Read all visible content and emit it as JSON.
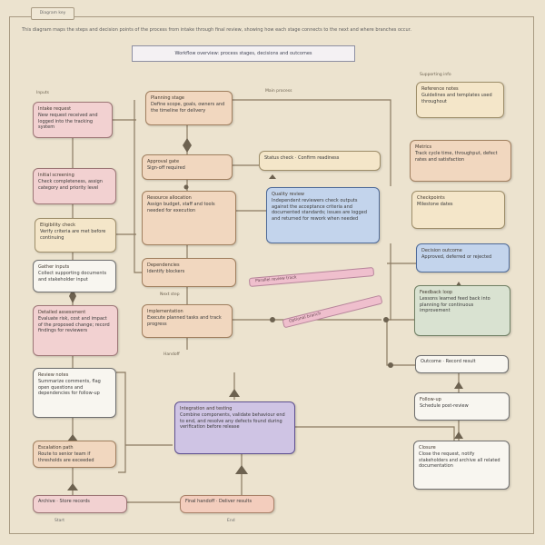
{
  "corner_tag": "Diagram key",
  "intro_text": "This diagram maps the steps and decision points of the process from intake through final review, showing how each stage connects to the next and where branches occur.",
  "title_bar": "Workflow overview: process stages, decisions and outcomes",
  "boxes": {
    "left_1": {
      "title": "Intake request",
      "text": "New request received and logged into the tracking system"
    },
    "left_2": {
      "title": "Initial screening",
      "text": "Check completeness, assign category and priority level"
    },
    "left_3": {
      "title": "Eligibility check",
      "text": "Verify criteria are met before continuing"
    },
    "left_4": {
      "title": "Gather inputs",
      "text": "Collect supporting documents and stakeholder input"
    },
    "left_5": {
      "title": "Detailed assessment",
      "text": "Evaluate risk, cost and impact of the proposed change; record findings for reviewers"
    },
    "left_6": {
      "title": "Review notes",
      "text": "Summarize comments, flag open questions and dependencies for follow-up"
    },
    "left_7": {
      "title": "Escalation path",
      "text": "Route to senior team if thresholds are exceeded"
    },
    "left_8": {
      "title": "Archive",
      "text": "Store records"
    },
    "center_1": {
      "title": "Planning stage",
      "text": "Define scope, goals, owners and the timeline for delivery"
    },
    "center_2": {
      "title": "Approval gate",
      "text": "Sign-off required"
    },
    "center_3": {
      "title": "Resource allocation",
      "text": "Assign budget, staff and tools needed for execution"
    },
    "center_4": {
      "title": "Dependencies",
      "text": "Identify blockers"
    },
    "center_5": {
      "title": "Implementation",
      "text": "Execute planned tasks and track progress"
    },
    "center_6": {
      "title": "Integration and testing",
      "text": "Combine components, validate behaviour end to end, and resolve any defects found during verification before release"
    },
    "center_7": {
      "title": "Final handoff",
      "text": "Deliver results"
    },
    "mid_1": {
      "title": "Status check",
      "text": "Confirm readiness"
    },
    "mid_2": {
      "title": "Quality review",
      "text": "Independent reviewers check outputs against the acceptance criteria and documented standards; issues are logged and returned for rework when needed"
    },
    "right_1": {
      "title": "Reference notes",
      "text": "Guidelines and templates used throughout"
    },
    "right_2": {
      "title": "Metrics",
      "text": "Track cycle time, throughput, defect rates and satisfaction"
    },
    "right_3": {
      "title": "Checkpoints",
      "text": "Milestone dates"
    },
    "right_4": {
      "title": "Decision outcome",
      "text": "Approved, deferred or rejected"
    },
    "right_5": {
      "title": "Feedback loop",
      "text": "Lessons learned feed back into planning for continuous improvement"
    },
    "right_6": {
      "title": "Outcome",
      "text": "Record result"
    },
    "right_7": {
      "title": "Follow-up",
      "text": "Schedule post-review"
    },
    "right_8": {
      "title": "Closure",
      "text": "Close the request, notify stakeholders and archive all related documentation"
    }
  },
  "labels": {
    "top_center": "Main process",
    "top_right": "Supporting info",
    "label_mid": "Next step",
    "label_low": "Handoff",
    "left_top": "Inputs",
    "bottom_left": "Start",
    "bottom_mid": "End"
  },
  "ribbons": {
    "ribbon_1": "Parallel review track",
    "ribbon_2": "Optional branch"
  },
  "colors": {
    "background": "#ece3cf",
    "pink": "#f2d1d1",
    "peach": "#f1d7bf",
    "blue": "#c3d4ec",
    "lavender": "#cfc4e4",
    "sage": "#d9e2d1"
  }
}
